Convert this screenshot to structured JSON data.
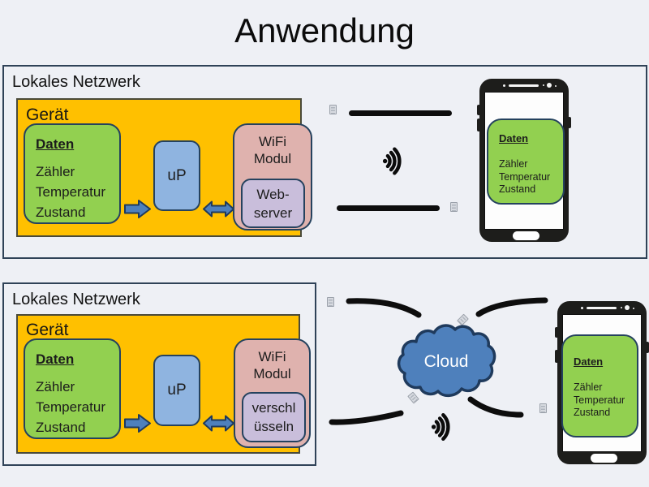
{
  "title": "Anwendung",
  "panels": [
    {
      "network_label": "Lokales Netzwerk",
      "device_label": "Gerät",
      "data_box": {
        "heading": "Daten",
        "items": [
          "Zähler",
          "Temperatur",
          "Zustand"
        ]
      },
      "processor_label": "uP",
      "wifi_module_line1": "WiFi",
      "wifi_module_line2": "Modul",
      "wifi_inner_line1": "Web-",
      "wifi_inner_line2": "server"
    },
    {
      "network_label": "Lokales Netzwerk",
      "device_label": "Gerät",
      "data_box": {
        "heading": "Daten",
        "items": [
          "Zähler",
          "Temperatur",
          "Zustand"
        ]
      },
      "processor_label": "uP",
      "wifi_module_line1": "WiFi",
      "wifi_module_line2": "Modul",
      "wifi_inner_line1": "verschl",
      "wifi_inner_line2": "üsseln"
    }
  ],
  "cloud_label": "Cloud",
  "phones": [
    {
      "data_box": {
        "heading": "Daten",
        "items": [
          "Zähler",
          "Temperatur",
          "Zustand"
        ]
      }
    },
    {
      "data_box": {
        "heading": "Daten",
        "items": [
          "Zähler",
          "Temperatur",
          "Zustand"
        ]
      }
    }
  ],
  "colors": {
    "background": "#eef0f5",
    "device_fill": "#FFC000",
    "data_fill": "#92D050",
    "processor_fill": "#8FB4E0",
    "wifi_module_fill": "#DFB2AE",
    "wifi_inner_fill": "#C9BEDB",
    "arrow_fill": "#4E80BC",
    "cloud_fill": "#4E80BC",
    "outline": "#25425e",
    "panel_border": "#2f4257"
  }
}
